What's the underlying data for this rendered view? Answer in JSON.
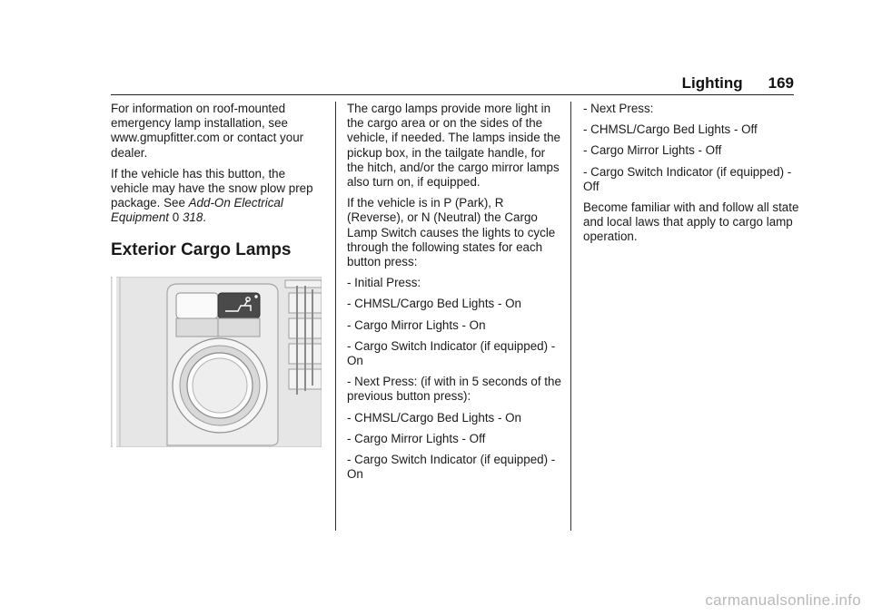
{
  "header": {
    "section": "Lighting",
    "page_number": "169"
  },
  "col1": {
    "para1": "For information on roof-mounted emergency lamp installation, see www.gmupfitter.com or contact your dealer.",
    "para2_text": "If the vehicle has this button, the vehicle may have the snow plow prep package. See ",
    "para2_link": "Add-On Electrical Equipment",
    "para2_ref_symbol": "0",
    "para2_page": "318",
    "para2_end": ".",
    "section_title": "Exterior Cargo Lamps"
  },
  "col2": {
    "para1": "The cargo lamps provide more light in the cargo area or on the sides of the vehicle, if needed. The lamps inside the pickup box, in the tailgate handle, for the hitch, and/or the cargo mirror lamps also turn on, if equipped.",
    "para2": "If the vehicle is in P (Park), R (Reverse), or N (Neutral) the Cargo Lamp Switch causes the lights to cycle through the following states for each button press:",
    "lines": [
      "- Initial Press:",
      "- CHMSL/Cargo Bed Lights - On",
      "- Cargo Mirror Lights - On",
      "- Cargo Switch Indicator (if equipped) - On",
      "- Next Press: (if with in 5 seconds of the previous button press):",
      "- CHMSL/Cargo Bed Lights - On",
      "- Cargo Mirror Lights - Off",
      "- Cargo Switch Indicator (if equipped) - On"
    ]
  },
  "col3": {
    "lines": [
      "- Next Press:",
      "- CHMSL/Cargo Bed Lights - Off",
      "- Cargo Mirror Lights - Off",
      "- Cargo Switch Indicator (if equipped) - Off",
      "Become familiar with and follow all state and local laws that apply to cargo lamp operation."
    ]
  },
  "watermark": "carmanualsonline.info"
}
